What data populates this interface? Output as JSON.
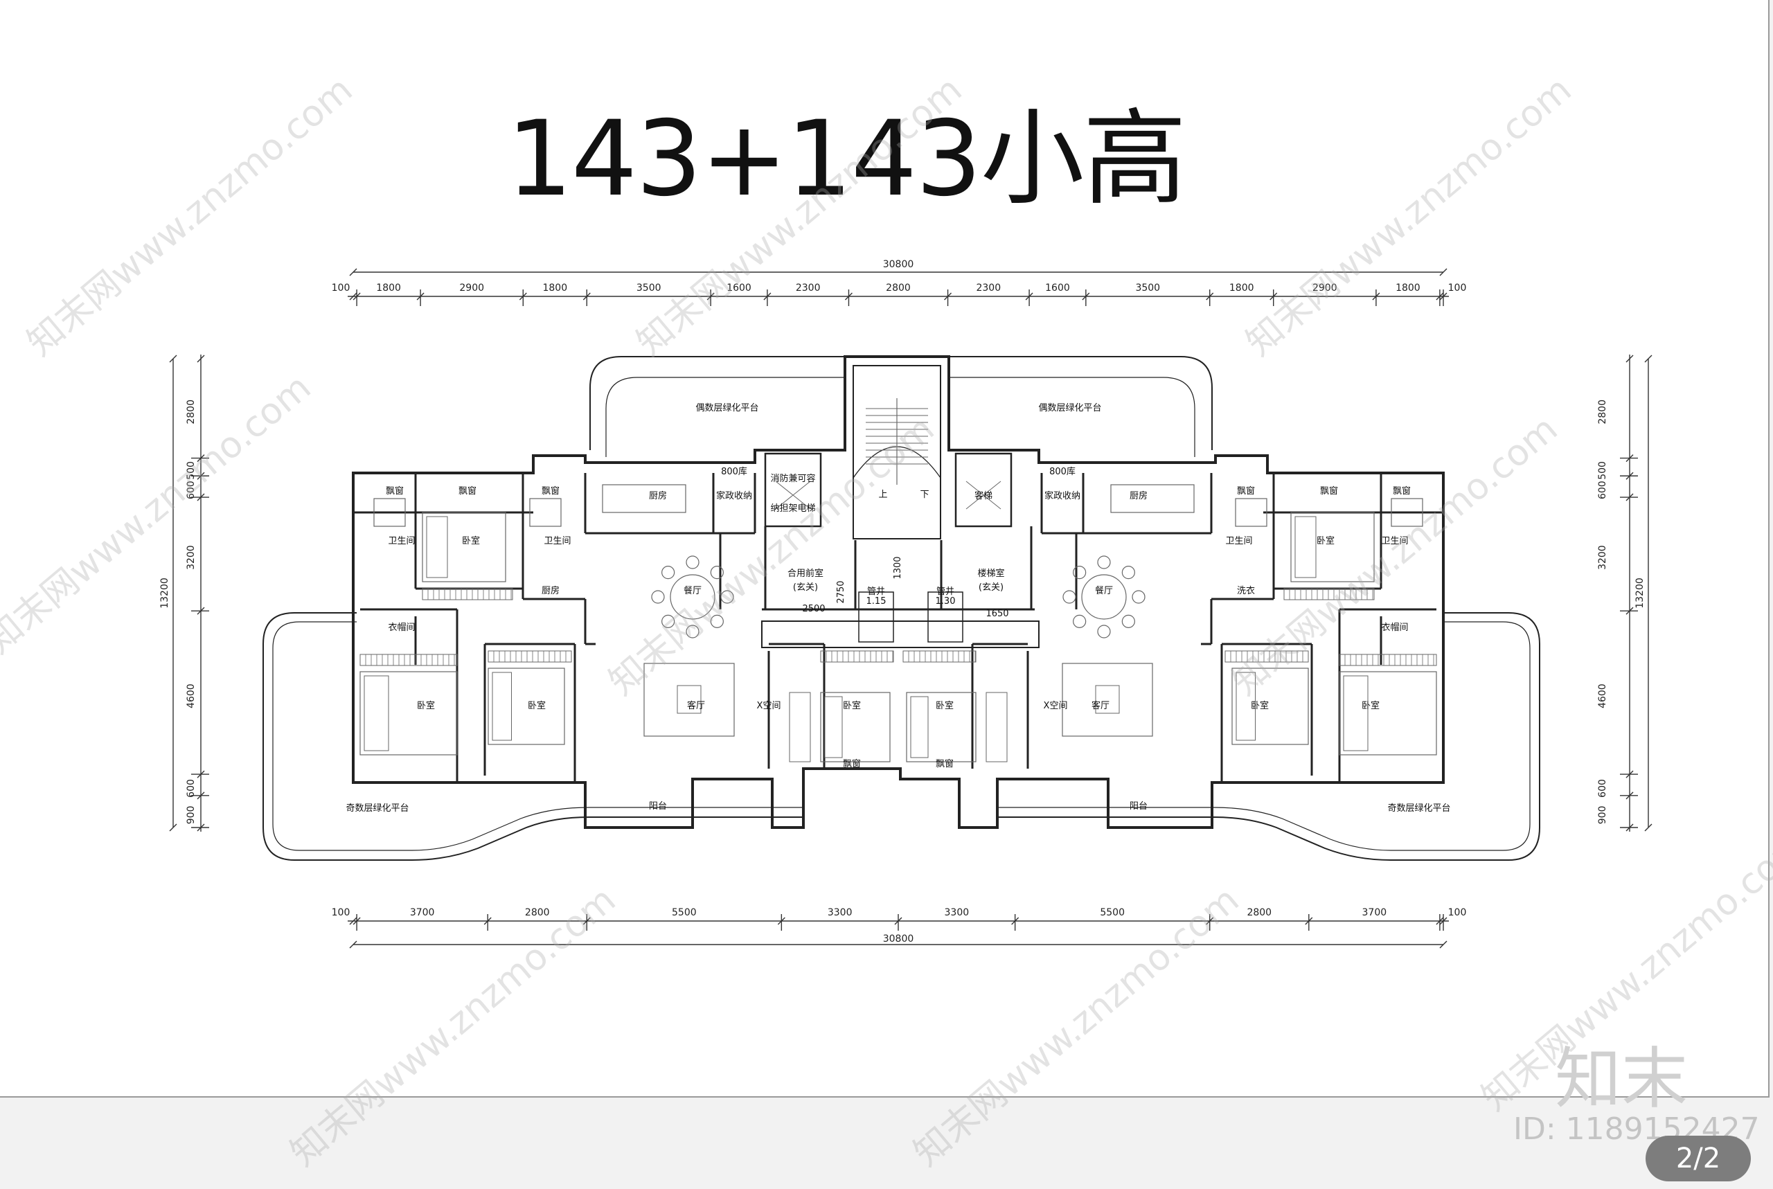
{
  "title": "143+143小高",
  "watermark": "知末网www.znzmo.com",
  "brand": "知末",
  "image_id": "ID: 1189152427",
  "pager": "2/2",
  "dimensions": {
    "overall": "30800",
    "top_segments": [
      "100",
      "1800",
      "2900",
      "1800",
      "3500",
      "1600",
      "2300",
      "2800",
      "2300",
      "1600",
      "3500",
      "1800",
      "2900",
      "1800",
      "100"
    ],
    "bottom_segments": [
      "100",
      "3700",
      "2800",
      "5500",
      "3300",
      "3300",
      "5500",
      "2800",
      "3700",
      "100"
    ],
    "side_segments": [
      "2800",
      "500",
      "600",
      "3200",
      "4600",
      "600",
      "900"
    ],
    "side_total": "13200",
    "inner_notes": [
      "2750",
      "2500",
      "1300",
      "1650"
    ]
  },
  "rooms": {
    "bay_window": "飘窗",
    "bedroom": "卧室",
    "bathroom": "卫生间",
    "kitchen": "厨房",
    "dining": "餐厅",
    "living": "客厅",
    "x_space": "X空间",
    "balcony": "阳台",
    "cloakroom": "衣帽间",
    "household_storage": "家政收纳",
    "storage_800": "800库",
    "shared_lobby": "合用前室",
    "foyer": "(玄关)",
    "stair_lobby": "楼梯室",
    "fire_elevator": "消防兼可容纳担架电梯",
    "passenger_elevator": "客梯",
    "even_terrace": "偶数层绿化平台",
    "odd_terrace": "奇数层绿化平台",
    "laundry": "洗衣",
    "pantry": "厨房",
    "shaft": "管井",
    "up": "上",
    "down": "下",
    "room_area_l": "1.15",
    "room_area_r": "1.30"
  }
}
